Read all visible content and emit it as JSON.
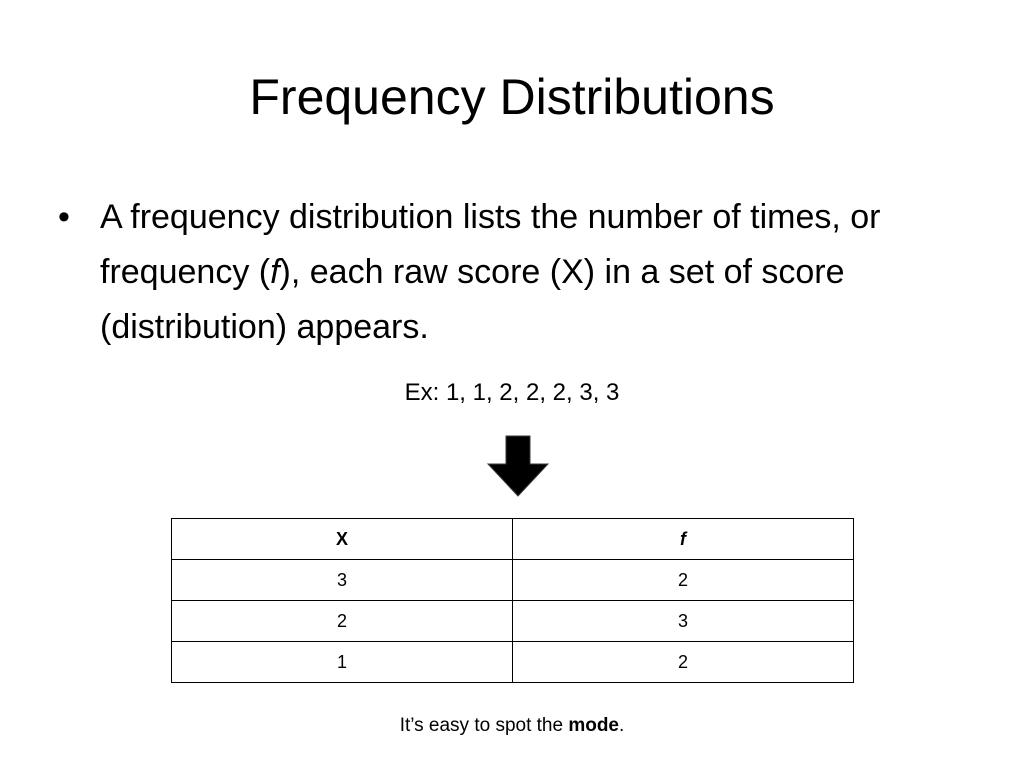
{
  "slide": {
    "title": "Frequency Distributions",
    "bullet": {
      "marker": "•",
      "text_before": "A frequency distribution lists the number of times, or frequency (",
      "italic_symbol": "f",
      "text_after": "), each raw score (X) in a set of score (distribution) appears."
    },
    "example": "Ex: 1, 1, 2, 2, 2, 3, 3",
    "arrow_icon": "down-arrow-icon",
    "table": {
      "headers": [
        "X",
        "f"
      ],
      "rows": [
        [
          "3",
          "2"
        ],
        [
          "2",
          "3"
        ],
        [
          "1",
          "2"
        ]
      ]
    },
    "caption": {
      "before": "It’s easy to spot the ",
      "bold": "mode",
      "after": "."
    }
  }
}
